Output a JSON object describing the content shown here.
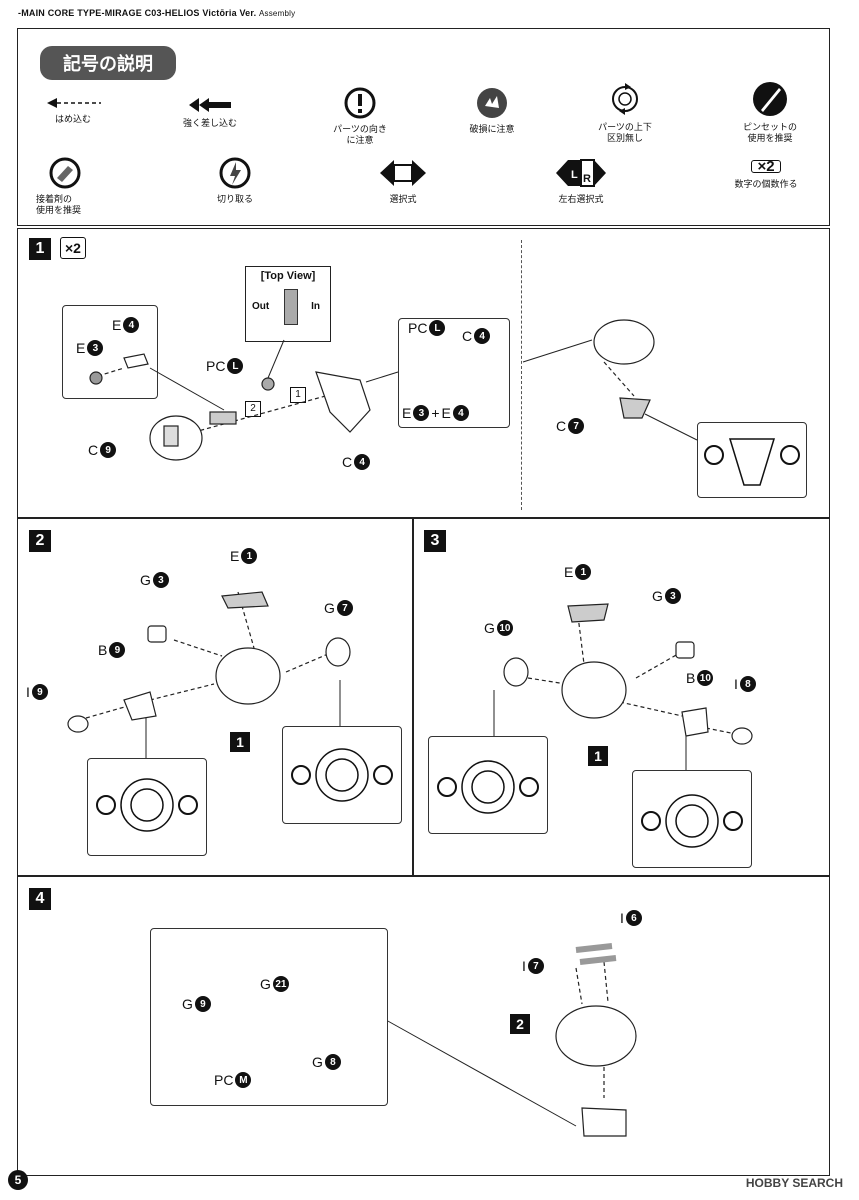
{
  "header": {
    "text": "-MAIN CORE TYPE-MIRAGE  C03-HELIOS",
    "suffix": "Victōria Ver.",
    "sub": "Assembly"
  },
  "legend": {
    "title": "記号の説明",
    "items": [
      {
        "label": "はめ込む",
        "icon": "dashed-arrow-icon"
      },
      {
        "label": "強く差し込む",
        "icon": "double-arrow-icon"
      },
      {
        "label": "パーツの向き\nに注意",
        "icon": "exclamation-icon"
      },
      {
        "label": "破損に注意",
        "icon": "broken-icon"
      },
      {
        "label": "パーツの上下\n区別無し",
        "icon": "rotate-icon"
      },
      {
        "label": "ピンセットの\n使用を推奨",
        "icon": "tweezers-icon"
      },
      {
        "label": "接着剤の\n使用を推奨",
        "icon": "glue-icon"
      },
      {
        "label": "切り取る",
        "icon": "cut-icon"
      },
      {
        "label": "選択式",
        "icon": "selection-icon"
      },
      {
        "label": "左右選択式",
        "icon": "lr-selection-icon"
      },
      {
        "label": "数字の個数作る",
        "icon": "multiply-icon"
      }
    ],
    "x2": "×2"
  },
  "steps": {
    "s1": {
      "num": "1",
      "mult": "×2",
      "top_view": {
        "title": "[Top View]",
        "out": "Out",
        "in": "In"
      },
      "labels": {
        "e4": "E",
        "e4n": "4",
        "e3": "E",
        "e3n": "3",
        "pcl": "PC",
        "pcln": "L",
        "c9": "C",
        "c9n": "9",
        "c4": "C",
        "c4n": "4",
        "n1": "1",
        "n2": "2",
        "sub_pc": "PC",
        "sub_pcn": "L",
        "sub_c4": "C",
        "sub_c4n": "4",
        "sub_e3": "E",
        "sub_e3n": "3",
        "plus": "+",
        "sub_e4": "E",
        "sub_e4n": "4",
        "c7": "C",
        "c7n": "7"
      }
    },
    "s2": {
      "num": "2",
      "labels": {
        "e1": "E",
        "e1n": "1",
        "g3": "G",
        "g3n": "3",
        "g7": "G",
        "g7n": "7",
        "b9": "B",
        "b9n": "9",
        "i9": "I",
        "i9n": "9",
        "ref": "1"
      }
    },
    "s3": {
      "num": "3",
      "labels": {
        "e1": "E",
        "e1n": "1",
        "g3": "G",
        "g3n": "3",
        "g10": "G",
        "g10n": "10",
        "b10": "B",
        "b10n": "10",
        "i8": "I",
        "i8n": "8",
        "ref": "1"
      }
    },
    "s4": {
      "num": "4",
      "labels": {
        "i6": "I",
        "i6n": "6",
        "i7": "I",
        "i7n": "7",
        "ref": "2",
        "g9": "G",
        "g9n": "9",
        "g21": "G",
        "g21n": "21",
        "g8": "G",
        "g8n": "8",
        "pcm": "PC",
        "pcmn": "M"
      }
    }
  },
  "footer": {
    "page": "5",
    "logo": "HOBBY SEARCH"
  }
}
